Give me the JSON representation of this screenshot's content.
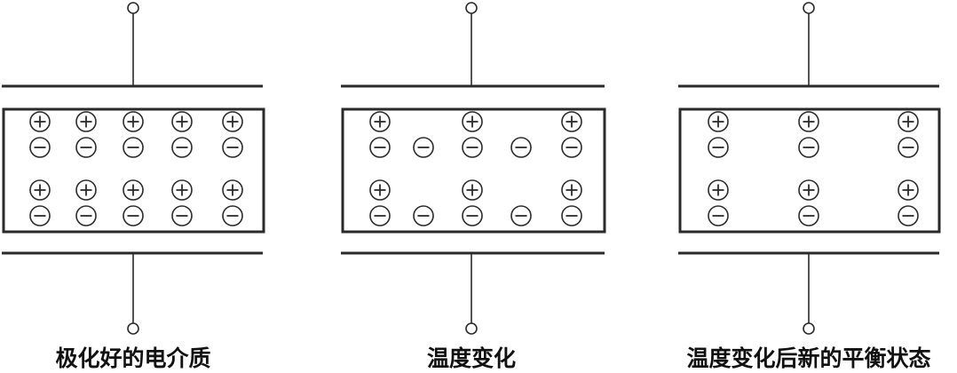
{
  "colors": {
    "ink": "#2a2a2a",
    "background": "#ffffff"
  },
  "symbols": {
    "positive_charge": "plus-in-circle",
    "negative_charge": "minus-in-circle",
    "terminal": "open-circle"
  },
  "panels": [
    {
      "caption": "极化好的电介质",
      "rows": [
        [
          "+",
          "+",
          "+",
          "+",
          "+"
        ],
        [
          "-",
          "-",
          "-",
          "-",
          "-"
        ],
        [
          "+",
          "+",
          "+",
          "+",
          "+"
        ],
        [
          "-",
          "-",
          "-",
          "-",
          "-"
        ]
      ]
    },
    {
      "caption": "温度变化",
      "rows": [
        [
          "+",
          "",
          "+",
          "",
          "+"
        ],
        [
          "-",
          "-",
          "-",
          "-",
          "-"
        ],
        [
          "+",
          "",
          "+",
          "",
          "+"
        ],
        [
          "-",
          "-",
          "-",
          "-",
          "-"
        ]
      ]
    },
    {
      "caption": "温度变化后新的平衡状态",
      "rows": [
        [
          "+",
          "",
          "+",
          "",
          "+"
        ],
        [
          "-",
          "",
          "-",
          "",
          "-"
        ],
        [
          "+",
          "",
          "+",
          "",
          "+"
        ],
        [
          "-",
          "",
          "-",
          "",
          "-"
        ]
      ]
    }
  ]
}
